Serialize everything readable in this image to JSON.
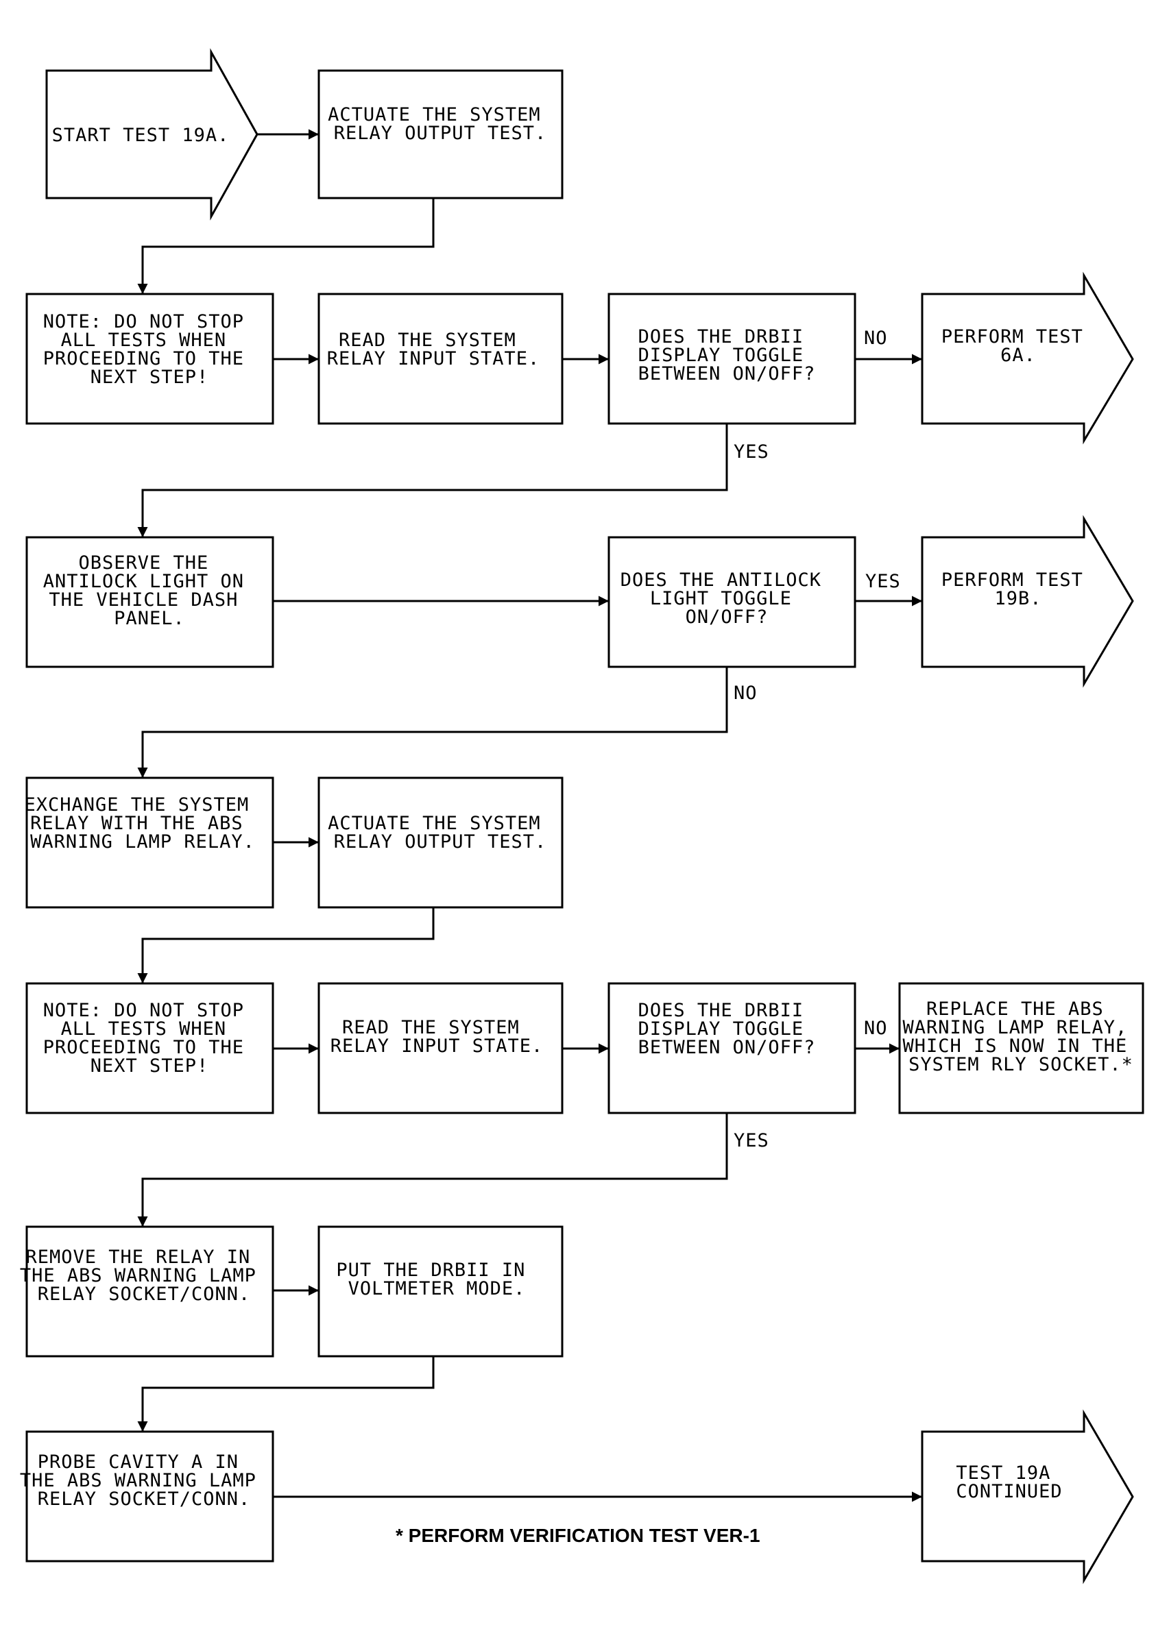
{
  "nodes": {
    "start": [
      "START TEST 19A."
    ],
    "actuate1": [
      "ACTUATE THE SYSTEM",
      "RELAY OUTPUT TEST."
    ],
    "note1": [
      "NOTE:  DO NOT STOP",
      "ALL TESTS WHEN",
      "PROCEEDING TO THE",
      "NEXT STEP!"
    ],
    "read1": [
      "READ THE SYSTEM",
      "RELAY INPUT STATE."
    ],
    "q_drb1": [
      "DOES THE DRBII",
      "DISPLAY TOGGLE",
      "BETWEEN ON/OFF?"
    ],
    "perform6a": [
      "PERFORM TEST",
      "6A."
    ],
    "observe": [
      "OBSERVE THE",
      "ANTILOCK LIGHT ON",
      "THE VEHICLE DASH",
      "PANEL."
    ],
    "q_antilock": [
      "DOES THE ANTILOCK",
      "LIGHT TOGGLE",
      "ON/OFF?"
    ],
    "perform19b": [
      "PERFORM TEST",
      "19B."
    ],
    "exchange": [
      "EXCHANGE THE SYSTEM",
      "RELAY WITH THE ABS",
      "WARNING LAMP RELAY."
    ],
    "actuate2": [
      "ACTUATE THE SYSTEM",
      "RELAY OUTPUT TEST."
    ],
    "note2": [
      "NOTE:  DO NOT STOP",
      "ALL TESTS WHEN",
      "PROCEEDING TO THE",
      "NEXT STEP!"
    ],
    "read2": [
      "READ THE SYSTEM",
      "RELAY INPUT STATE."
    ],
    "q_drb2": [
      "DOES THE DRBII",
      "DISPLAY TOGGLE",
      "BETWEEN ON/OFF?"
    ],
    "replace": [
      "REPLACE THE ABS",
      "WARNING LAMP RELAY,",
      "WHICH IS NOW IN THE",
      "SYSTEM RLY SOCKET.*"
    ],
    "remove": [
      "REMOVE THE RELAY IN",
      "THE ABS WARNING LAMP",
      "RELAY SOCKET/CONN."
    ],
    "voltmeter": [
      "PUT THE DRBII IN",
      "VOLTMETER MODE."
    ],
    "probe": [
      "PROBE CAVITY A IN",
      "THE ABS WARNING LAMP",
      "RELAY SOCKET/CONN."
    ],
    "continued": [
      "TEST 19A",
      "CONTINUED"
    ]
  },
  "branch_labels": {
    "no1": "NO",
    "yes1": "YES",
    "yes2": "YES",
    "no2": "NO",
    "no3": "NO",
    "yes3": "YES"
  },
  "footnote": "* PERFORM VERIFICATION TEST VER-1"
}
